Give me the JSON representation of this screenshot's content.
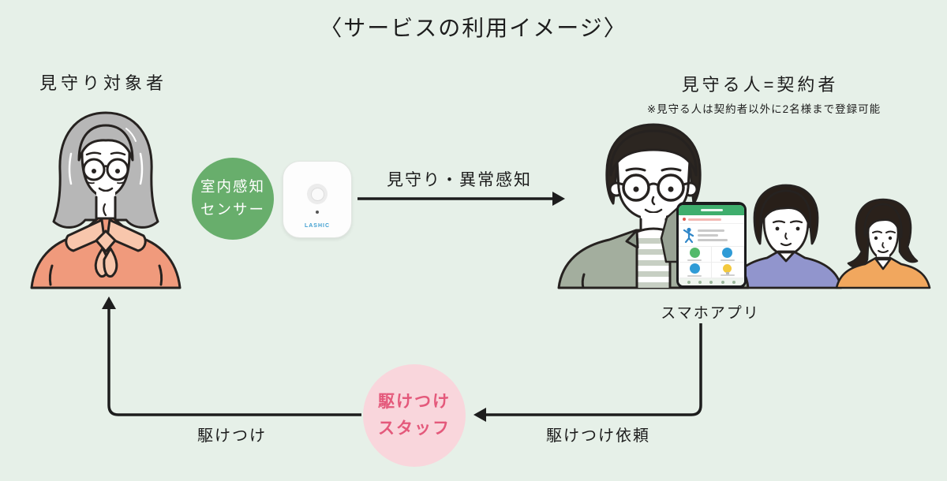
{
  "title": "〈サービスの利用イメージ〉",
  "watched": {
    "label": "見守り対象者"
  },
  "sensor": {
    "badge": [
      "室内感知",
      "センサー"
    ],
    "device_logo": "LASHIC"
  },
  "watcher": {
    "label": "見守る人=契約者",
    "note": "※見守る人は契約者以外に2名様まで登録可能",
    "app_label": "スマホアプリ"
  },
  "staff": {
    "line1": "駆けつけ",
    "line2": "スタッフ"
  },
  "arrows": {
    "monitor": "見守り・異常感知",
    "request": "駆けつけ依頼",
    "dispatch": "駆けつけ"
  },
  "colors": {
    "background": "#e6f0e8",
    "badge_green": "#68ae6c",
    "staff_circle_fill": "#f9d6dc",
    "staff_text": "#e4597b",
    "line": "#1d1d1d",
    "app_green": "#3fae6d"
  }
}
